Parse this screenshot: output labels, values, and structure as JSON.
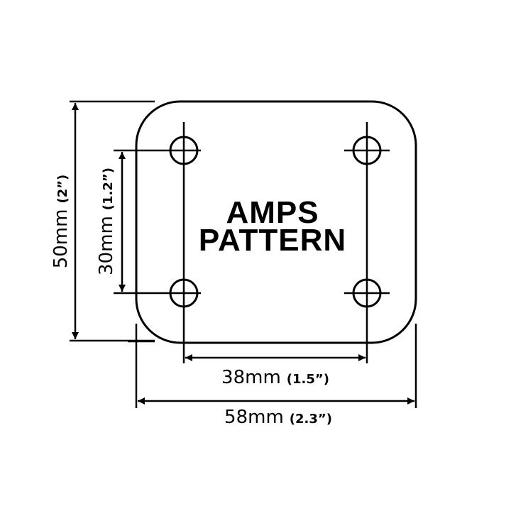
{
  "diagram": {
    "title_lines": [
      "AMPS",
      "PATTERN"
    ],
    "line_color": "#000000",
    "background": "#ffffff",
    "dimensions": {
      "overall_height": {
        "value": "50mm",
        "imperial": "(2”)",
        "orientation": "vertical"
      },
      "hole_spacing_vertical": {
        "value": "30mm",
        "imperial": "(1.2”)",
        "orientation": "vertical"
      },
      "hole_spacing_horizontal": {
        "value": "38mm",
        "imperial": "(1.5”)",
        "orientation": "horizontal"
      },
      "overall_width": {
        "value": "58mm",
        "imperial": "(2.3”)",
        "orientation": "horizontal"
      }
    },
    "holes": [
      {
        "position": "top-left"
      },
      {
        "position": "top-right"
      },
      {
        "position": "bottom-left"
      },
      {
        "position": "bottom-right"
      }
    ]
  }
}
